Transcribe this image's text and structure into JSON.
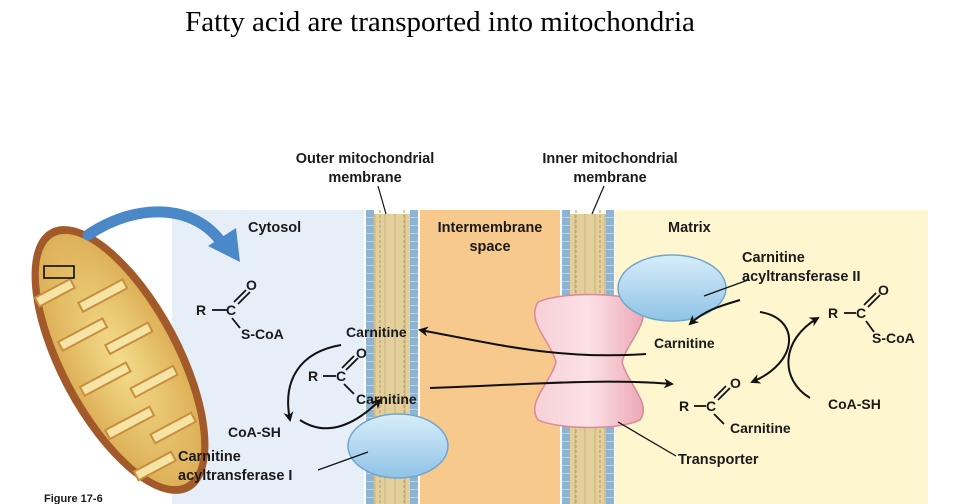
{
  "slide": {
    "title": "Fatty acid are transported into mitochondria"
  },
  "labels": {
    "outer_membrane": [
      "Outer mitochondrial",
      "membrane"
    ],
    "inner_membrane": [
      "Inner mitochondrial",
      "membrane"
    ],
    "cytosol": "Cytosol",
    "intermembrane": [
      "Intermembrane",
      "space"
    ],
    "matrix": "Matrix",
    "cat2": [
      "Carnitine",
      "acyltransferase II"
    ],
    "cat1": [
      "Carnitine",
      "acyltransferase I"
    ],
    "transporter": "Transporter",
    "figure": "Figure 17-6"
  },
  "chem": {
    "r": "R",
    "c": "C",
    "o": "O",
    "scoa": "S-CoA",
    "coash": "CoA-SH",
    "carnitine": "Carnitine"
  },
  "colors": {
    "cytosol": "#e6eef8",
    "intermembrane": "#f7c98c",
    "matrix": "#fdf6cf",
    "membrane_bead": "#8fb4d2",
    "membrane_tail": "#dcc592",
    "enzyme": "#a9d4ef",
    "transporter": "#f2b9c3",
    "arrow_blue": "#4a88c7"
  }
}
